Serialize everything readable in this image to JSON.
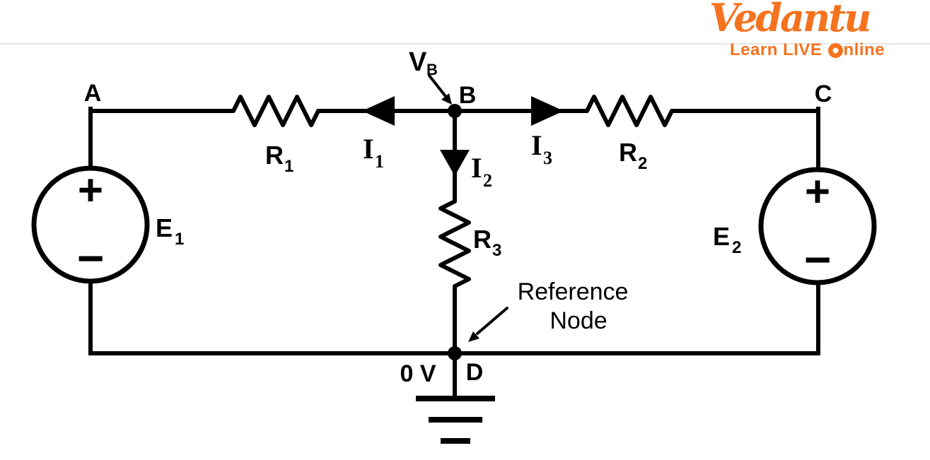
{
  "brand": {
    "name": "Vedantu",
    "tagline_part1": "Learn LIVE ",
    "tagline_o": "O",
    "tagline_part2": "nline",
    "color": "#f5731f"
  },
  "colors": {
    "ink": "#000000",
    "background": "#ffffff",
    "divider": "#e6e6e6"
  },
  "circuit": {
    "nodes": {
      "a": "A",
      "b": "B",
      "c": "C",
      "d": "D"
    },
    "node_voltage": {
      "main": "V",
      "sub": "B"
    },
    "sources": {
      "e1": {
        "main": "E",
        "sub": "1",
        "plus": "+",
        "minus": "−"
      },
      "e2": {
        "main": "E",
        "sub": "2",
        "plus": "+",
        "minus": "−"
      }
    },
    "resistors": {
      "r1": {
        "main": "R",
        "sub": "1"
      },
      "r2": {
        "main": "R",
        "sub": "2"
      },
      "r3": {
        "main": "R",
        "sub": "3"
      }
    },
    "currents": {
      "i1": {
        "main": "I",
        "sub": "1"
      },
      "i2": {
        "main": "I",
        "sub": "2"
      },
      "i3": {
        "main": "I",
        "sub": "3"
      }
    },
    "reference": {
      "line1": "Reference",
      "line2": "Node"
    },
    "ground_voltage": "0 V"
  }
}
